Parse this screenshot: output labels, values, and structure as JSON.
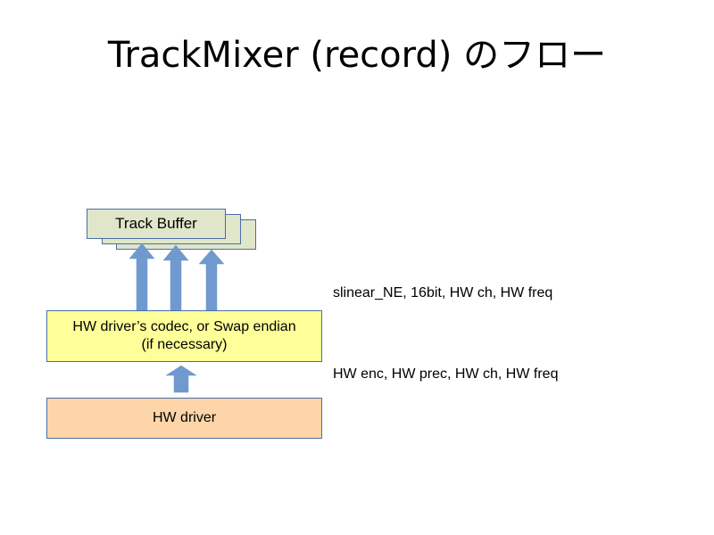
{
  "title": "TrackMixer (record) のフロー",
  "track_buffer": {
    "label": "Track Buffer"
  },
  "codec_box": {
    "line1": "HW driver’s codec, or Swap endian",
    "line2": "(if necessary)"
  },
  "hw_driver_box": {
    "label": "HW driver"
  },
  "annotations": {
    "upper": "slinear_NE, 16bit, HW ch, HW freq",
    "lower": "HW enc, HW prec, HW ch, HW freq"
  },
  "colors": {
    "box_border": "#4a6da5",
    "track_buffer_fill": "#dfe6c9",
    "codec_fill": "#ffff99",
    "hw_driver_fill": "#fdd5a8",
    "arrow_fill": "#6f99cf"
  }
}
